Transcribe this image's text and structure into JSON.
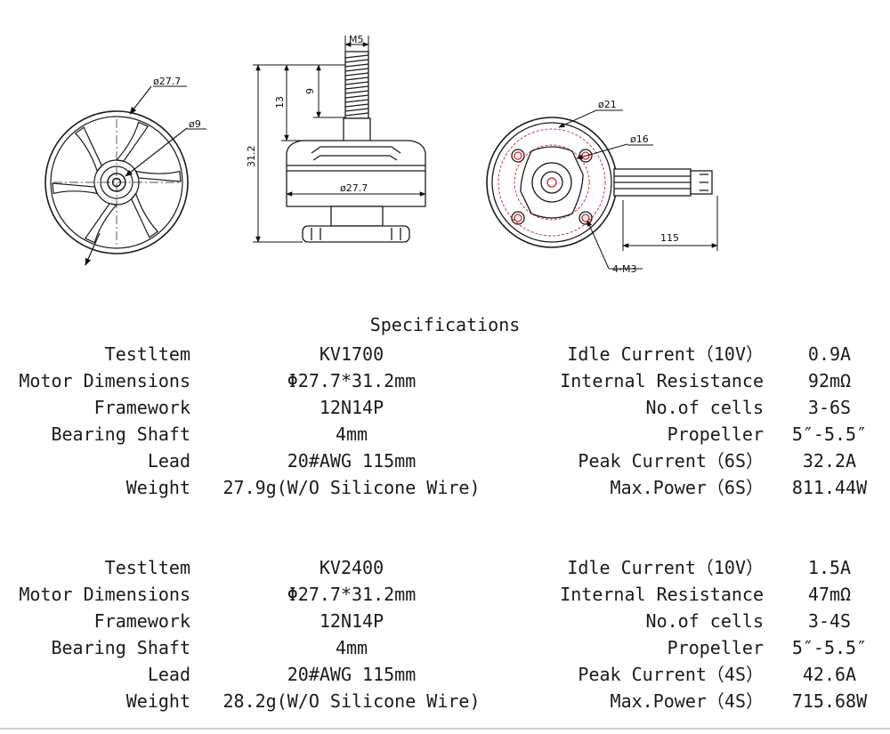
{
  "drawing": {
    "labels": {
      "front_outer_dia": "ø27.7",
      "front_center_dia": "ø9",
      "shaft_thread": "M5",
      "thread_length": "9",
      "shaft_height": "13",
      "total_height": "31.2",
      "bell_dia": "ø27.7",
      "mount_outer_dia": "ø21",
      "mount_inner_dia": "ø16",
      "lead_length": "115",
      "mount_holes": "4-M3"
    }
  },
  "specifications": {
    "title": "Specifications",
    "blocks": [
      {
        "rows": [
          {
            "left_label": "Testltem",
            "left_value": "KV1700",
            "right_label": "Idle Current（10V）",
            "right_value": "0.9A"
          },
          {
            "left_label": "Motor Dimensions",
            "left_value": "Φ27.7*31.2mm",
            "right_label": "Internal Resistance",
            "right_value": "92mΩ"
          },
          {
            "left_label": "Framework",
            "left_value": "12N14P",
            "right_label": "No.of cells",
            "right_value": "3-6S"
          },
          {
            "left_label": "Bearing Shaft",
            "left_value": "4mm",
            "right_label": "Propeller",
            "right_value": "5″-5.5″"
          },
          {
            "left_label": "Lead",
            "left_value": "20#AWG 115mm",
            "right_label": "Peak Current（6S）",
            "right_value": "32.2A"
          },
          {
            "left_label": "Weight",
            "left_value": "27.9g(W/O Silicone Wire)",
            "right_label": "Max.Power（6S）",
            "right_value": "811.44W"
          }
        ]
      },
      {
        "rows": [
          {
            "left_label": "Testltem",
            "left_value": "KV2400",
            "right_label": "Idle Current（10V）",
            "right_value": "1.5A"
          },
          {
            "left_label": "Motor Dimensions",
            "left_value": "Φ27.7*31.2mm",
            "right_label": "Internal Resistance",
            "right_value": "47mΩ"
          },
          {
            "left_label": "Framework",
            "left_value": "12N14P",
            "right_label": "No.of cells",
            "right_value": "3-4S"
          },
          {
            "left_label": "Bearing Shaft",
            "left_value": "4mm",
            "right_label": "Propeller",
            "right_value": "5″-5.5″"
          },
          {
            "left_label": "Lead",
            "left_value": "20#AWG 115mm",
            "right_label": "Peak Current（4S）",
            "right_value": "42.6A"
          },
          {
            "left_label": "Weight",
            "left_value": "28.2g(W/O Silicone Wire)",
            "right_label": "Max.Power（4S）",
            "right_value": "715.68W"
          }
        ]
      }
    ]
  },
  "colors": {
    "line": "#1a1a1a",
    "accent": "#d0202a"
  }
}
